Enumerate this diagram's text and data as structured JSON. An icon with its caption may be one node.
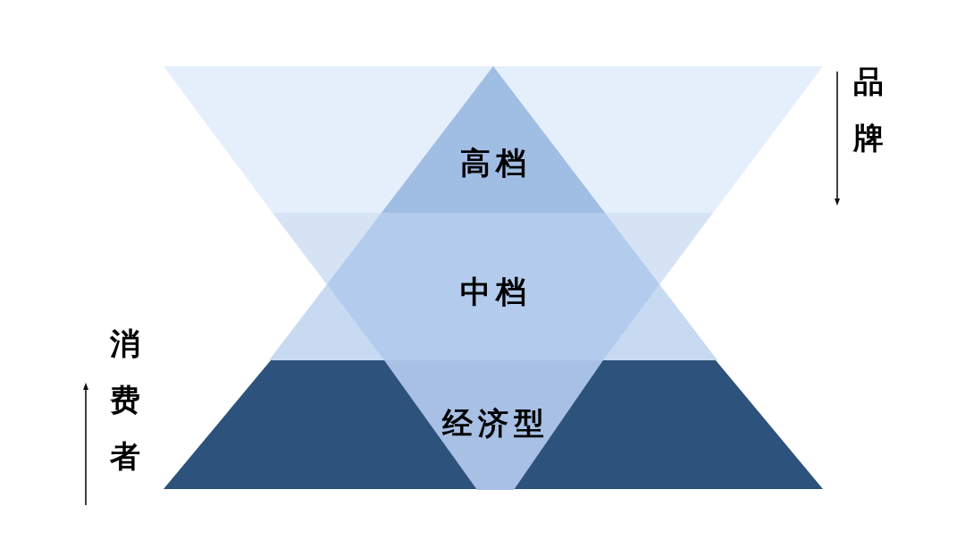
{
  "diagram": {
    "nodes": [
      {
        "text": [
          "高档"
        ]
      },
      {
        "text": [
          "中档"
        ]
      },
      {
        "text": [
          "经济型"
        ]
      }
    ],
    "labels": [
      "品牌",
      "消费者"
    ]
  }
}
